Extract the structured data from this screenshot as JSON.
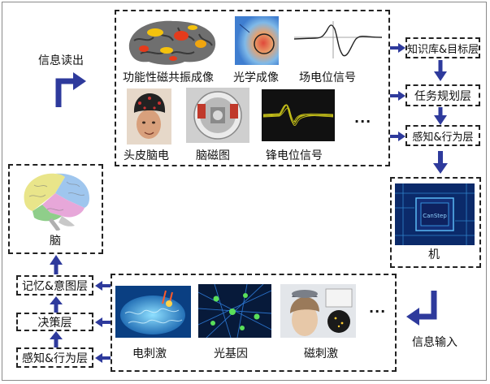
{
  "readout_label": "信息读出",
  "input_label": "信息输入",
  "readout_methods": {
    "fmri": "功能性磁共振成像",
    "optical": "光学成像",
    "field_potential": "场电位信号",
    "scalp_eeg": "头皮脑电",
    "meg": "脑磁图",
    "spike": "锋电位信号",
    "more": "..."
  },
  "machine_layers": [
    "知识库&目标层",
    "任务规划层",
    "感知&行为层"
  ],
  "machine_label": "机",
  "brain_label": "脑",
  "brain_layers": [
    "记忆&意图层",
    "决策层",
    "感知&行为层"
  ],
  "input_methods": {
    "electric": "电刺激",
    "optogenetic": "光基因",
    "magnetic": "磁刺激",
    "more": "..."
  },
  "chip_text": "CanStep",
  "colors": {
    "arrow": "#2e3a9c",
    "border": "#222222"
  }
}
